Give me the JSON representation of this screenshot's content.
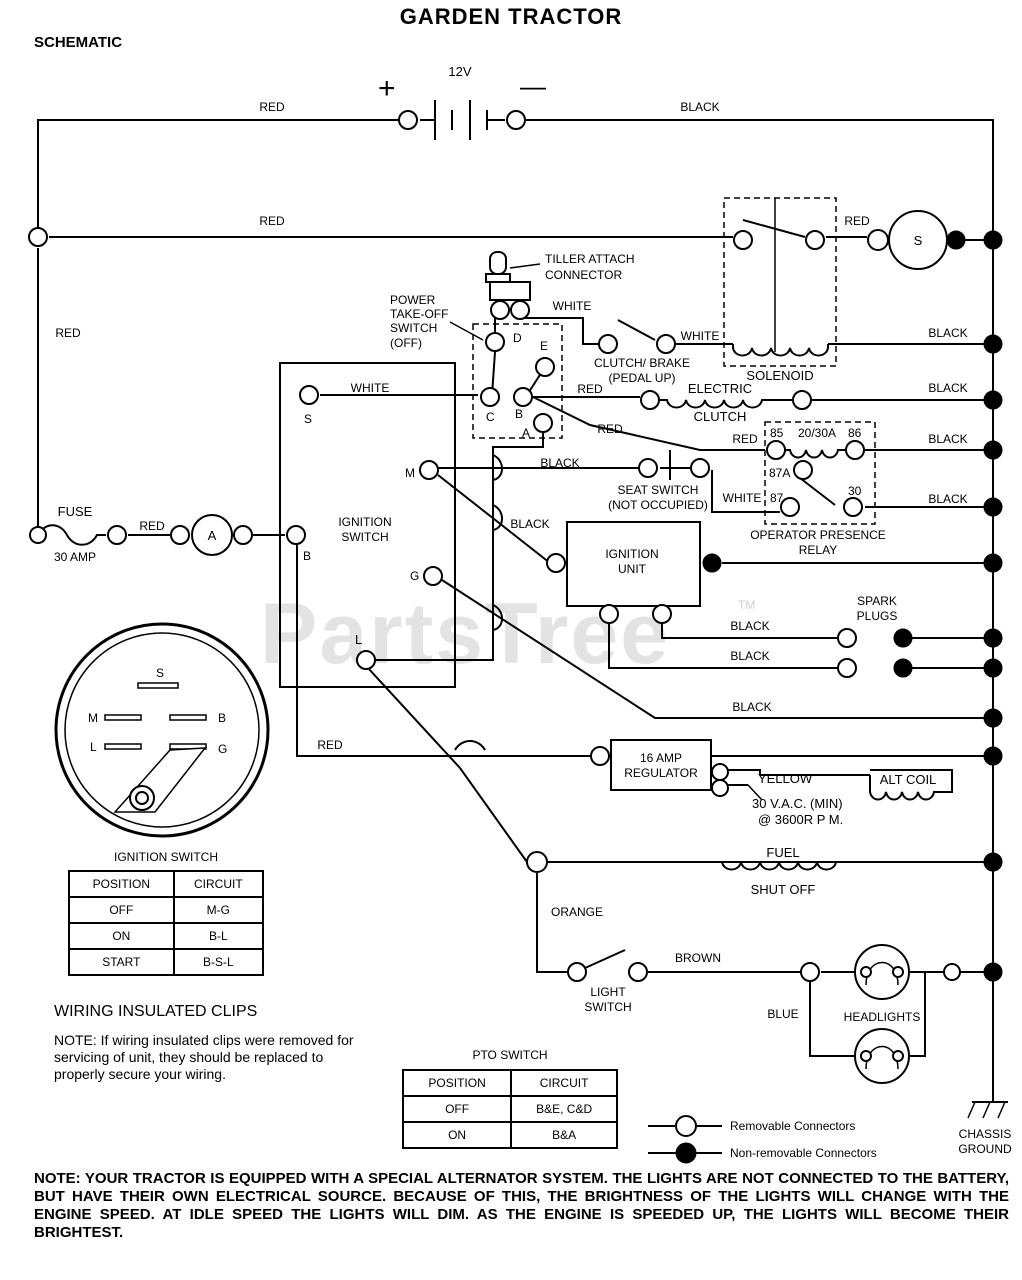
{
  "title": "GARDEN TRACTOR",
  "subtitle": "SCHEMATIC",
  "battery": {
    "voltage": "12V",
    "plus": "+",
    "minus": "—"
  },
  "wire_labels": {
    "red_top": "RED",
    "black_top": "BLACK",
    "red_second": "RED",
    "red_starter": "RED",
    "red_left": "RED",
    "white_tiller": "WHITE",
    "white_clutch": "WHITE",
    "white_ignition": "WHITE",
    "red_clutch": "RED",
    "red_relay_diag": "RED",
    "red_relay": "RED",
    "black_seat": "BLACK",
    "black_ign_diag": "BLACK",
    "white_relay": "WHITE",
    "red_fuse": "RED",
    "black_solenoid": "BLACK",
    "black_clutch": "BLACK",
    "black_relay86": "BLACK",
    "black_relay30": "BLACK",
    "black_plug1": "BLACK",
    "black_plug2": "BLACK",
    "black_g": "BLACK",
    "red_regulator": "RED",
    "yellow": "YELLOW",
    "orange": "ORANGE",
    "brown": "BROWN",
    "blue": "BLUE"
  },
  "components": {
    "tiller": "TILLER ATTACH\nCONNECTOR",
    "pto_switch": "POWER\nTAKE-OFF\nSWITCH\n(OFF)",
    "clutch_brake": "CLUTCH/ BRAKE\n(PEDAL UP)",
    "solenoid": "SOLENOID",
    "starter": "S",
    "electric_clutch": "ELECTRIC\nCLUTCH",
    "ignition_switch": "IGNITION\nSWITCH",
    "seat_switch": "SEAT SWITCH\n(NOT OCCUPIED)",
    "relay": "OPERATOR PRESENCE\nRELAY",
    "relay_pins": {
      "p85": "85",
      "amp": "20/30A",
      "p86": "86",
      "p87a": "87A",
      "p87": "87",
      "p30": "30"
    },
    "pto_terminals": {
      "d": "D",
      "e": "E",
      "c": "C",
      "b": "B",
      "a": "A"
    },
    "ign_terminals": {
      "s": "S",
      "m": "M",
      "b": "B",
      "g": "G",
      "l": "L"
    },
    "fuse": "FUSE",
    "fuse_rating": "30 AMP",
    "ammeter": "A",
    "ignition_unit": "IGNITION\nUNIT",
    "spark_plugs": "SPARK\nPLUGS",
    "regulator": "16 AMP\nREGULATOR",
    "alt_coil": "ALT COIL",
    "alt_spec": "30 V.A.C. (MIN)\n@ 3600R P M.",
    "fuel_shutoff": "FUEL\nSHUT OFF",
    "light_switch": "LIGHT\nSWITCH",
    "headlights": "HEADLIGHTS",
    "chassis_ground": "CHASSIS\nGROUND"
  },
  "switch_face": {
    "s": "S",
    "m": "M",
    "b": "B",
    "l": "L",
    "g": "G"
  },
  "ignition_table": {
    "caption": "IGNITION SWITCH",
    "headers": [
      "POSITION",
      "CIRCUIT"
    ],
    "rows": [
      [
        "OFF",
        "M-G"
      ],
      [
        "ON",
        "B-L"
      ],
      [
        "START",
        "B-S-L"
      ]
    ]
  },
  "pto_table": {
    "caption": "PTO SWITCH",
    "headers": [
      "POSITION",
      "CIRCUIT"
    ],
    "rows": [
      [
        "OFF",
        "B&E, C&D"
      ],
      [
        "ON",
        "B&A"
      ]
    ]
  },
  "legend": {
    "removable": "Removable Connectors",
    "non_removable": "Non-removable Connectors"
  },
  "clips": {
    "heading": "WIRING INSULATED CLIPS",
    "note": "NOTE: If wiring insulated clips were removed for servicing of unit, they should be replaced to properly secure your wiring."
  },
  "bottom_note": "NOTE: YOUR TRACTOR IS EQUIPPED WITH A SPECIAL ALTERNATOR SYSTEM. THE LIGHTS ARE NOT CONNECTED TO THE BATTERY, BUT HAVE THEIR OWN ELECTRICAL SOURCE. BECAUSE OF THIS, THE BRIGHTNESS OF THE LIGHTS WILL CHANGE WITH THE ENGINE SPEED. AT IDLE SPEED THE LIGHTS WILL DIM. AS THE ENGINE IS SPEEDED UP, THE LIGHTS WILL BECOME THEIR BRIGHTEST.",
  "watermark": {
    "text": "PartsTree",
    "tm": "TM"
  }
}
